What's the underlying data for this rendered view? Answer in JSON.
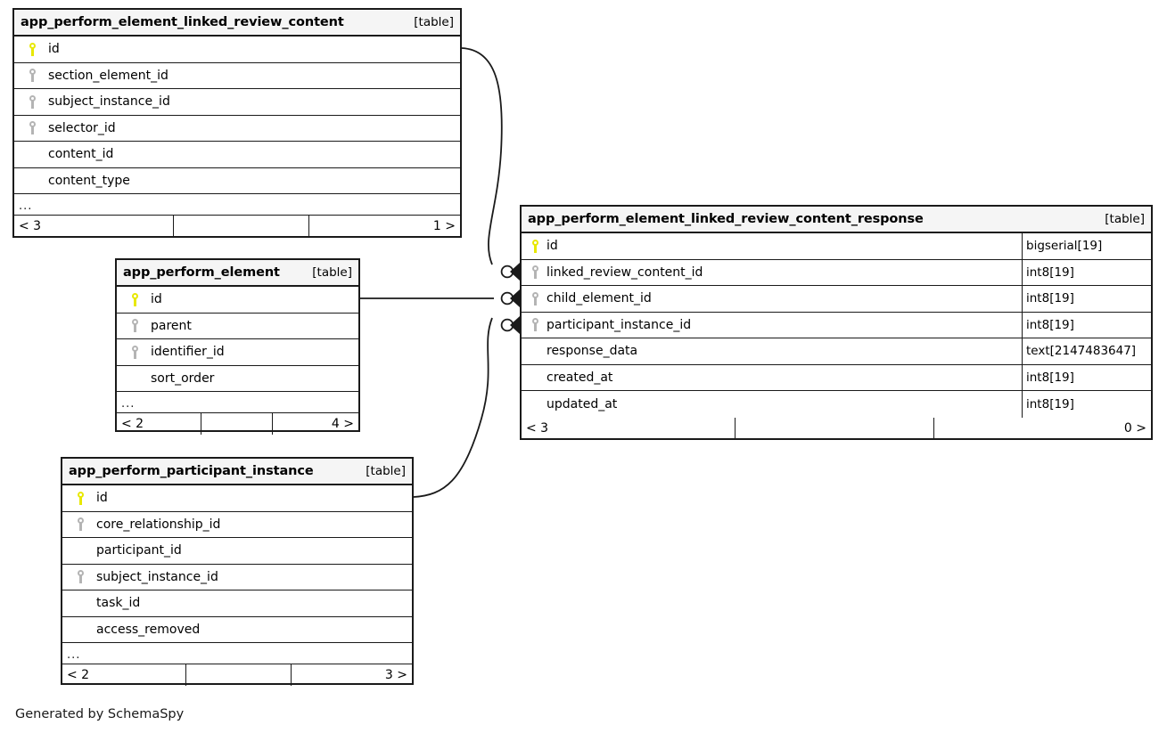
{
  "diagram": {
    "tool": "SchemaSpy",
    "caption": "Generated by SchemaSpy",
    "table_tag": "[table]",
    "ellipsis": "...",
    "colors": {
      "background": "#ffffff",
      "border": "#1a1a1a",
      "header_fill": "#f5f5f5",
      "primary_key": "#e8e800",
      "foreign_key": "#b4b4b4",
      "edge": "#1a1a1a"
    }
  },
  "tables": [
    {
      "id": "app_perform_element_linked_review_content",
      "name": "app_perform_element_linked_review_content",
      "tag": "[table]",
      "show_types": false,
      "columns": [
        {
          "name": "id",
          "key": "pk"
        },
        {
          "name": "section_element_id",
          "key": "fk"
        },
        {
          "name": "subject_instance_id",
          "key": "fk"
        },
        {
          "name": "selector_id",
          "key": "fk"
        },
        {
          "name": "content_id",
          "key": "none"
        },
        {
          "name": "content_type",
          "key": "none"
        }
      ],
      "has_more_row": true,
      "footer": {
        "left": "< 3",
        "middle": "",
        "right": "1 >"
      }
    },
    {
      "id": "app_perform_element",
      "name": "app_perform_element",
      "tag": "[table]",
      "show_types": false,
      "columns": [
        {
          "name": "id",
          "key": "pk"
        },
        {
          "name": "parent",
          "key": "fk"
        },
        {
          "name": "identifier_id",
          "key": "fk"
        },
        {
          "name": "sort_order",
          "key": "none"
        }
      ],
      "has_more_row": true,
      "footer": {
        "left": "< 2",
        "middle": "",
        "right": "4 >"
      }
    },
    {
      "id": "app_perform_participant_instance",
      "name": "app_perform_participant_instance",
      "tag": "[table]",
      "show_types": false,
      "columns": [
        {
          "name": "id",
          "key": "pk"
        },
        {
          "name": "core_relationship_id",
          "key": "fk"
        },
        {
          "name": "participant_id",
          "key": "none"
        },
        {
          "name": "subject_instance_id",
          "key": "fk"
        },
        {
          "name": "task_id",
          "key": "none"
        },
        {
          "name": "access_removed",
          "key": "none"
        }
      ],
      "has_more_row": true,
      "footer": {
        "left": "< 2",
        "middle": "",
        "right": "3 >"
      }
    },
    {
      "id": "app_perform_element_linked_review_content_response",
      "name": "app_perform_element_linked_review_content_response",
      "tag": "[table]",
      "show_types": true,
      "columns": [
        {
          "name": "id",
          "key": "pk",
          "type": "bigserial[19]"
        },
        {
          "name": "linked_review_content_id",
          "key": "fk",
          "type": "int8[19]"
        },
        {
          "name": "child_element_id",
          "key": "fk",
          "type": "int8[19]"
        },
        {
          "name": "participant_instance_id",
          "key": "fk",
          "type": "int8[19]"
        },
        {
          "name": "response_data",
          "key": "none",
          "type": "text[2147483647]"
        },
        {
          "name": "created_at",
          "key": "none",
          "type": "int8[19]"
        },
        {
          "name": "updated_at",
          "key": "none",
          "type": "int8[19]"
        }
      ],
      "has_more_row": false,
      "footer": {
        "left": "< 3",
        "middle": "",
        "right": "0 >"
      }
    }
  ],
  "relationships": [
    {
      "from_table": "app_perform_element_linked_review_content",
      "from_column": "id",
      "to_table": "app_perform_element_linked_review_content_response",
      "to_column": "linked_review_content_id",
      "notation": "crows-foot-zero-or-many"
    },
    {
      "from_table": "app_perform_element",
      "from_column": "id",
      "to_table": "app_perform_element_linked_review_content_response",
      "to_column": "child_element_id",
      "notation": "crows-foot-zero-or-many"
    },
    {
      "from_table": "app_perform_participant_instance",
      "from_column": "id",
      "to_table": "app_perform_element_linked_review_content_response",
      "to_column": "participant_instance_id",
      "notation": "crows-foot-zero-or-many"
    }
  ]
}
